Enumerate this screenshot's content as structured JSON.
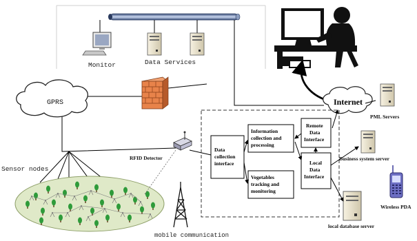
{
  "labels": {
    "monitor": "Monitor",
    "data_services": "Data Services",
    "gprs": "GPRS",
    "internet": "Internet",
    "pml_servers": "PML Servers",
    "business_server": "Business system server",
    "wireless_pda": "Wireless PDA",
    "local_db": "local database server",
    "rfid_detector": "RFID Detector",
    "sensor_nodes": "Sensor nodes",
    "mobile_communication": "mobile communication"
  },
  "boxes": {
    "data_collection": [
      "Data",
      "collection",
      "interface"
    ],
    "info_collection": [
      "Information",
      "collection and",
      "processing"
    ],
    "vegetables": [
      "Vegetables",
      "tracking and",
      "monitoring"
    ],
    "remote_data": [
      "Remote",
      "Data",
      "Interface"
    ],
    "local_data": [
      "Local",
      "Data",
      "Interface"
    ]
  },
  "colors": {
    "firewall": "#e8834a",
    "tree": "#2e9b3a",
    "field": "#dfe9c8",
    "server": "#ede5cf"
  },
  "icons": [
    "monitor-icon",
    "server-icon",
    "firewall-icon",
    "cloud-icon",
    "user-at-computer-icon",
    "pda-icon",
    "rfid-reader-icon",
    "antenna-tower-icon",
    "tree-icon"
  ]
}
